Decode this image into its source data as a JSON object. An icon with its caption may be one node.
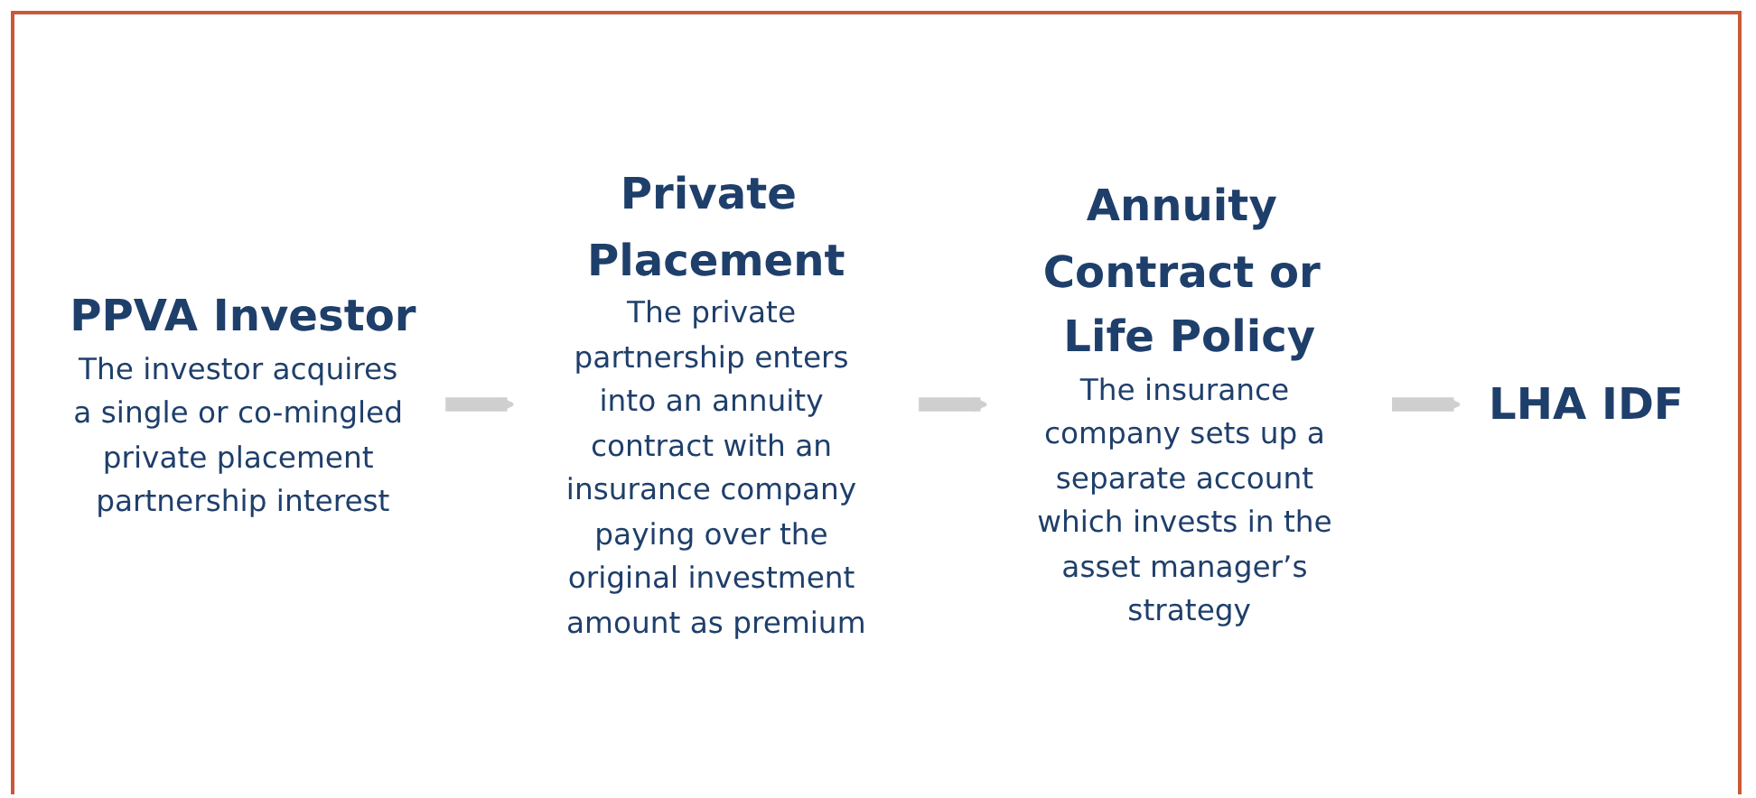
{
  "diagram": {
    "nodes": [
      {
        "text": [
          "PPVA Investor",
          "The investor acquires a single or co-mingled private placement partnership interest"
        ]
      },
      {
        "text": [
          "Private Placement",
          "The private partnership enters into an annuity contract with an insurance company paying over the original investment amount as premium"
        ]
      },
      {
        "text": [
          "Annuity Contract or Life Policy",
          "The insurance company sets up a separate account which invests in the asset manager’s strategy"
        ]
      },
      {
        "text": [
          "LHA IDF"
        ]
      }
    ],
    "edges": [
      {
        "from": 0,
        "to": 1,
        "arrow": "to"
      },
      {
        "from": 1,
        "to": 2,
        "arrow": "to"
      },
      {
        "from": 2,
        "to": 3,
        "arrow": "to"
      }
    ]
  }
}
